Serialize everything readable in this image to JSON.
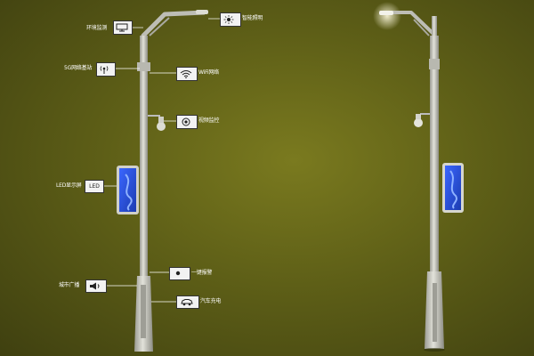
{
  "labels": {
    "env": "环境监测",
    "smart_light": "智能照明",
    "5g": "5G网络基站",
    "wifi": "WiFi网络",
    "video": "视频监控",
    "led": "LED显示屏",
    "led_badge": "LED",
    "one_key": "一键报警",
    "broadcast": "城市广播",
    "charging": "汽车充电"
  },
  "icons": {
    "env": "monitor-icon",
    "smart_light": "sun-icon",
    "5g": "base-station-icon",
    "wifi": "wifi-icon",
    "video": "camera-icon",
    "one_key": "alarm-button-icon",
    "broadcast": "speaker-icon",
    "charging": "car-icon"
  },
  "colors": {
    "background": "#5e5f17",
    "pole": "#c8c8c0",
    "led_panel": "#2a4fd6",
    "lamp_glow": "#fffbe0"
  }
}
